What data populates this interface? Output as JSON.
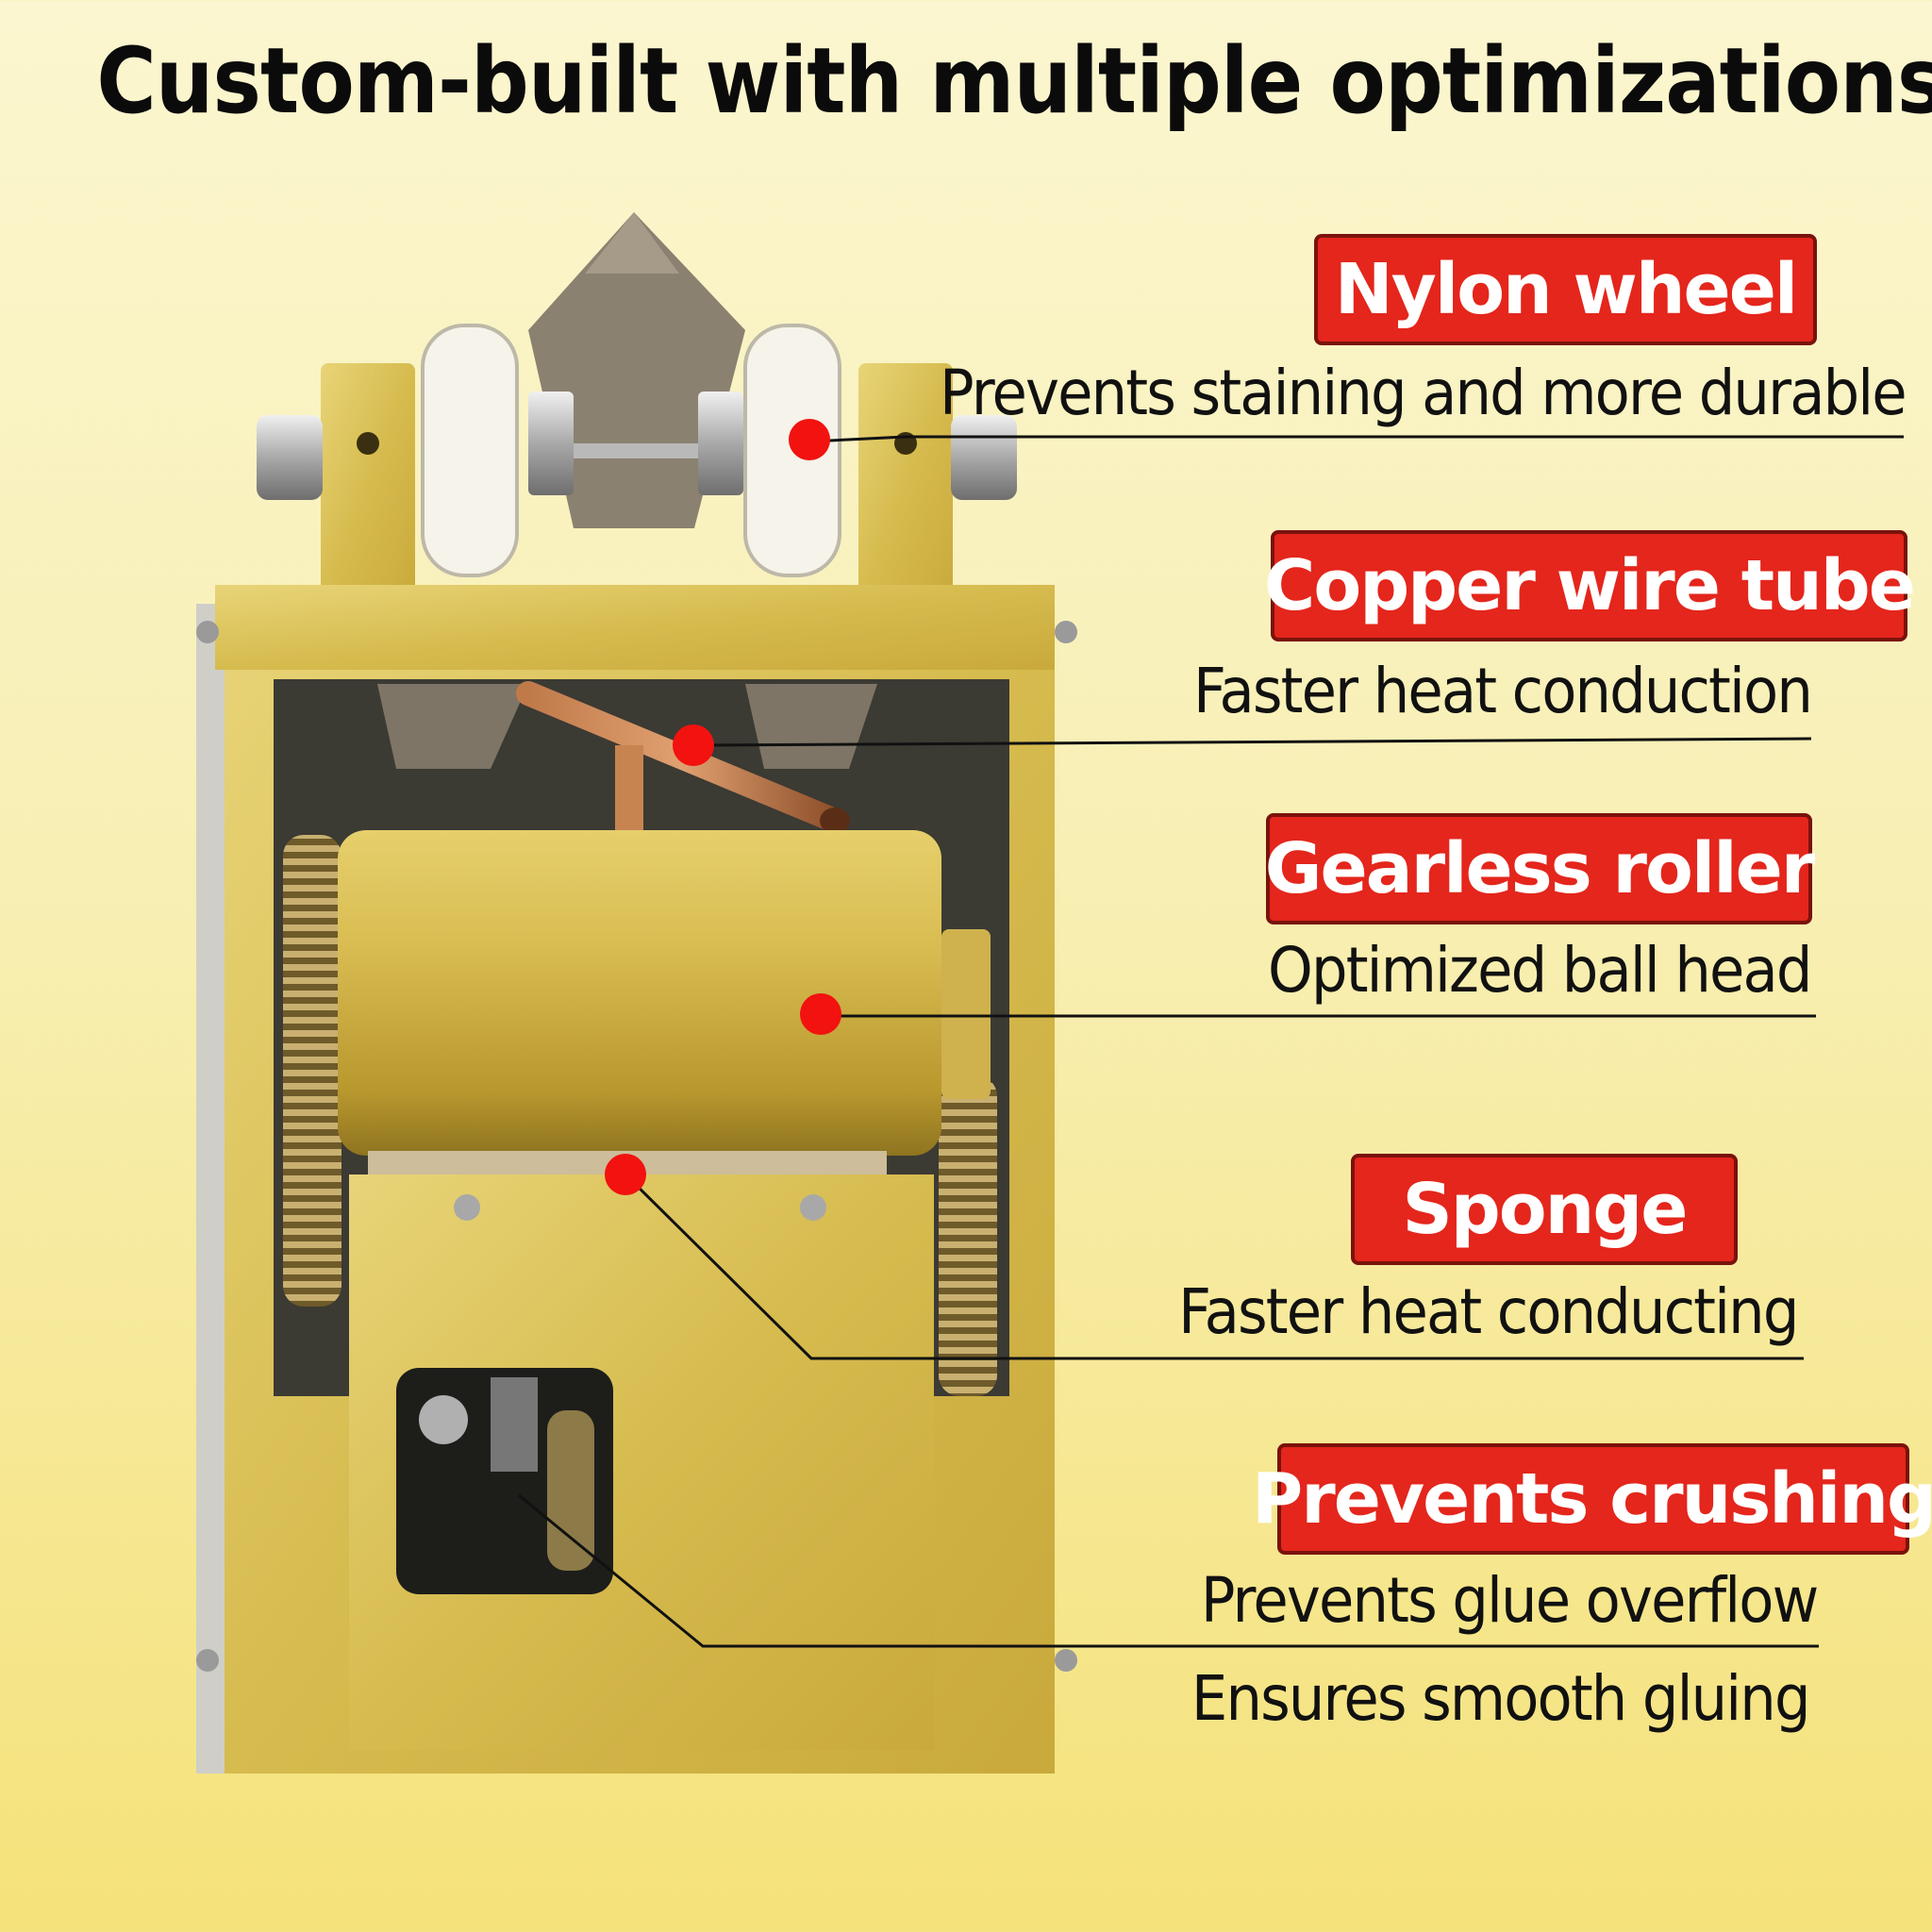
{
  "title": "Custom-built with multiple optimizations",
  "colors": {
    "accent_red": "#e4261c",
    "gold": "#d9c15a",
    "background": "#f8efb4"
  },
  "callouts": [
    {
      "label": "Nylon wheel",
      "descriptions": [
        "Prevents staining and more durable"
      ]
    },
    {
      "label": "Copper wire tube",
      "descriptions": [
        "Faster heat conduction"
      ]
    },
    {
      "label": "Gearless roller",
      "descriptions": [
        "Optimized ball head"
      ]
    },
    {
      "label": "Sponge",
      "descriptions": [
        "Faster heat conducting"
      ]
    },
    {
      "label": "Prevents crushing",
      "descriptions": [
        "Prevents glue overflow",
        "Ensures smooth gluing"
      ]
    }
  ]
}
